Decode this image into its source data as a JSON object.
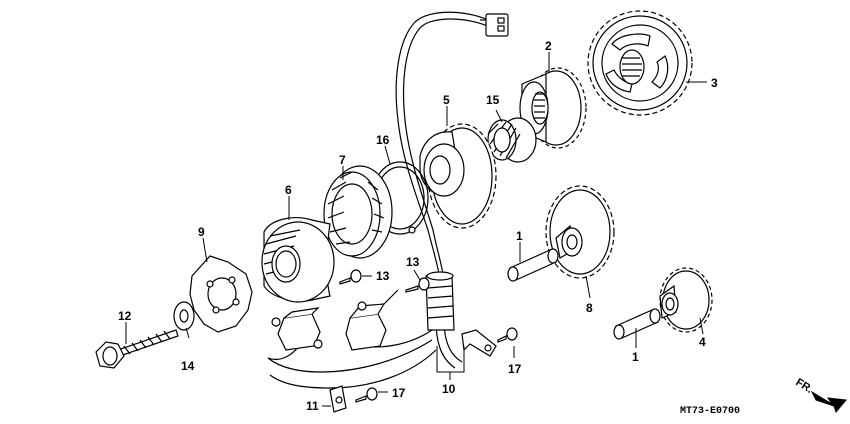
{
  "diagram": {
    "callouts": {
      "p1a": "1",
      "p1b": "1",
      "p2": "2",
      "p3": "3",
      "p4": "4",
      "p5": "5",
      "p6": "6",
      "p7": "7",
      "p8": "8",
      "p9": "9",
      "p10": "10",
      "p11": "11",
      "p12": "12",
      "p13a": "13",
      "p13b": "13",
      "p14": "14",
      "p15": "15",
      "p16": "16",
      "p17a": "17",
      "p17b": "17"
    },
    "code": "MT73-E0700",
    "direction_label": "FR."
  }
}
